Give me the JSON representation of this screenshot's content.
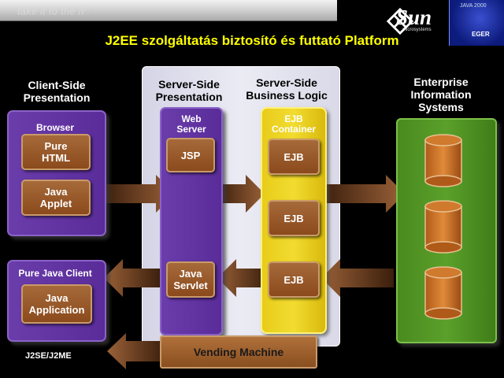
{
  "header": {
    "tagline": "take it to the n",
    "tagline_sup": "th",
    "logo_word": "Sun",
    "logo_sub": "microsystems",
    "badge_top": "JAVA 2000",
    "badge_city": "EGER"
  },
  "title": "J2EE szolgáltatás biztosító és futtató Platform",
  "columns": {
    "client": "Client-Side\nPresentation",
    "server_pres": "Server-Side\nPresentation",
    "server_biz": "Server-Side\nBusiness Logic",
    "eis": "Enterprise\nInformation\nSystems"
  },
  "browser": {
    "label": "Browser",
    "items": [
      "Pure\nHTML",
      "Java\nApplet"
    ]
  },
  "java_client": {
    "label": "Pure Java Client",
    "item": "Java\nApplication"
  },
  "web_server": {
    "label": "Web\nServer",
    "jsp": "JSP",
    "servlet": "Java\nServlet"
  },
  "ejb_container": {
    "label": "EJB\nContainer",
    "items": [
      "EJB",
      "EJB",
      "EJB"
    ]
  },
  "vending": "Vending Machine",
  "j2se": "J2SE/J2ME",
  "colors": {
    "title": "#ffff00",
    "purple": "#5a2c9a",
    "yellow": "#e8cc1a",
    "green": "#4a8a1f",
    "brown": "#8b4a1c"
  }
}
